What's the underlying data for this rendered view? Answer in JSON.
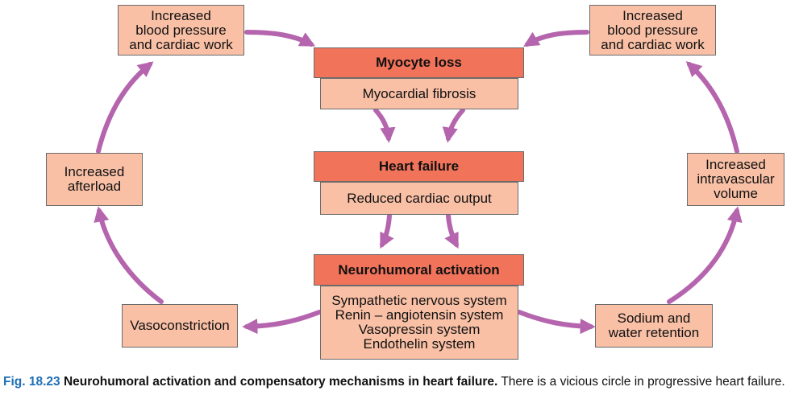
{
  "boxes": {
    "bp_left": "Increased\nblood pressure\nand cardiac work",
    "bp_right": "Increased\nblood pressure\nand cardiac work",
    "myocyte_loss": "Myocyte loss",
    "myocardial_fibrosis": "Myocardial fibrosis",
    "heart_failure": "Heart failure",
    "reduced_output": "Reduced cardiac output",
    "neurohumoral": "Neurohumoral activation",
    "systems": "Sympathetic nervous system\nRenin – angiotensin system\nVasopressin system\nEndothelin system",
    "afterload": "Increased\nafterload",
    "vasoconstriction": "Vasoconstriction",
    "volume": "Increased\nintravascular\nvolume",
    "sodium": "Sodium and\nwater retention"
  },
  "caption": {
    "number": "Fig. 18.23",
    "title": "Neurohumoral activation and compensatory mechanisms in heart failure.",
    "text": "There is a vicious circle in progressive heart failure."
  },
  "colors": {
    "arrow": "#b565ad",
    "box_light": "#f9c0a6",
    "box_dark": "#f0735a",
    "caption_number": "#1f6fb6"
  }
}
